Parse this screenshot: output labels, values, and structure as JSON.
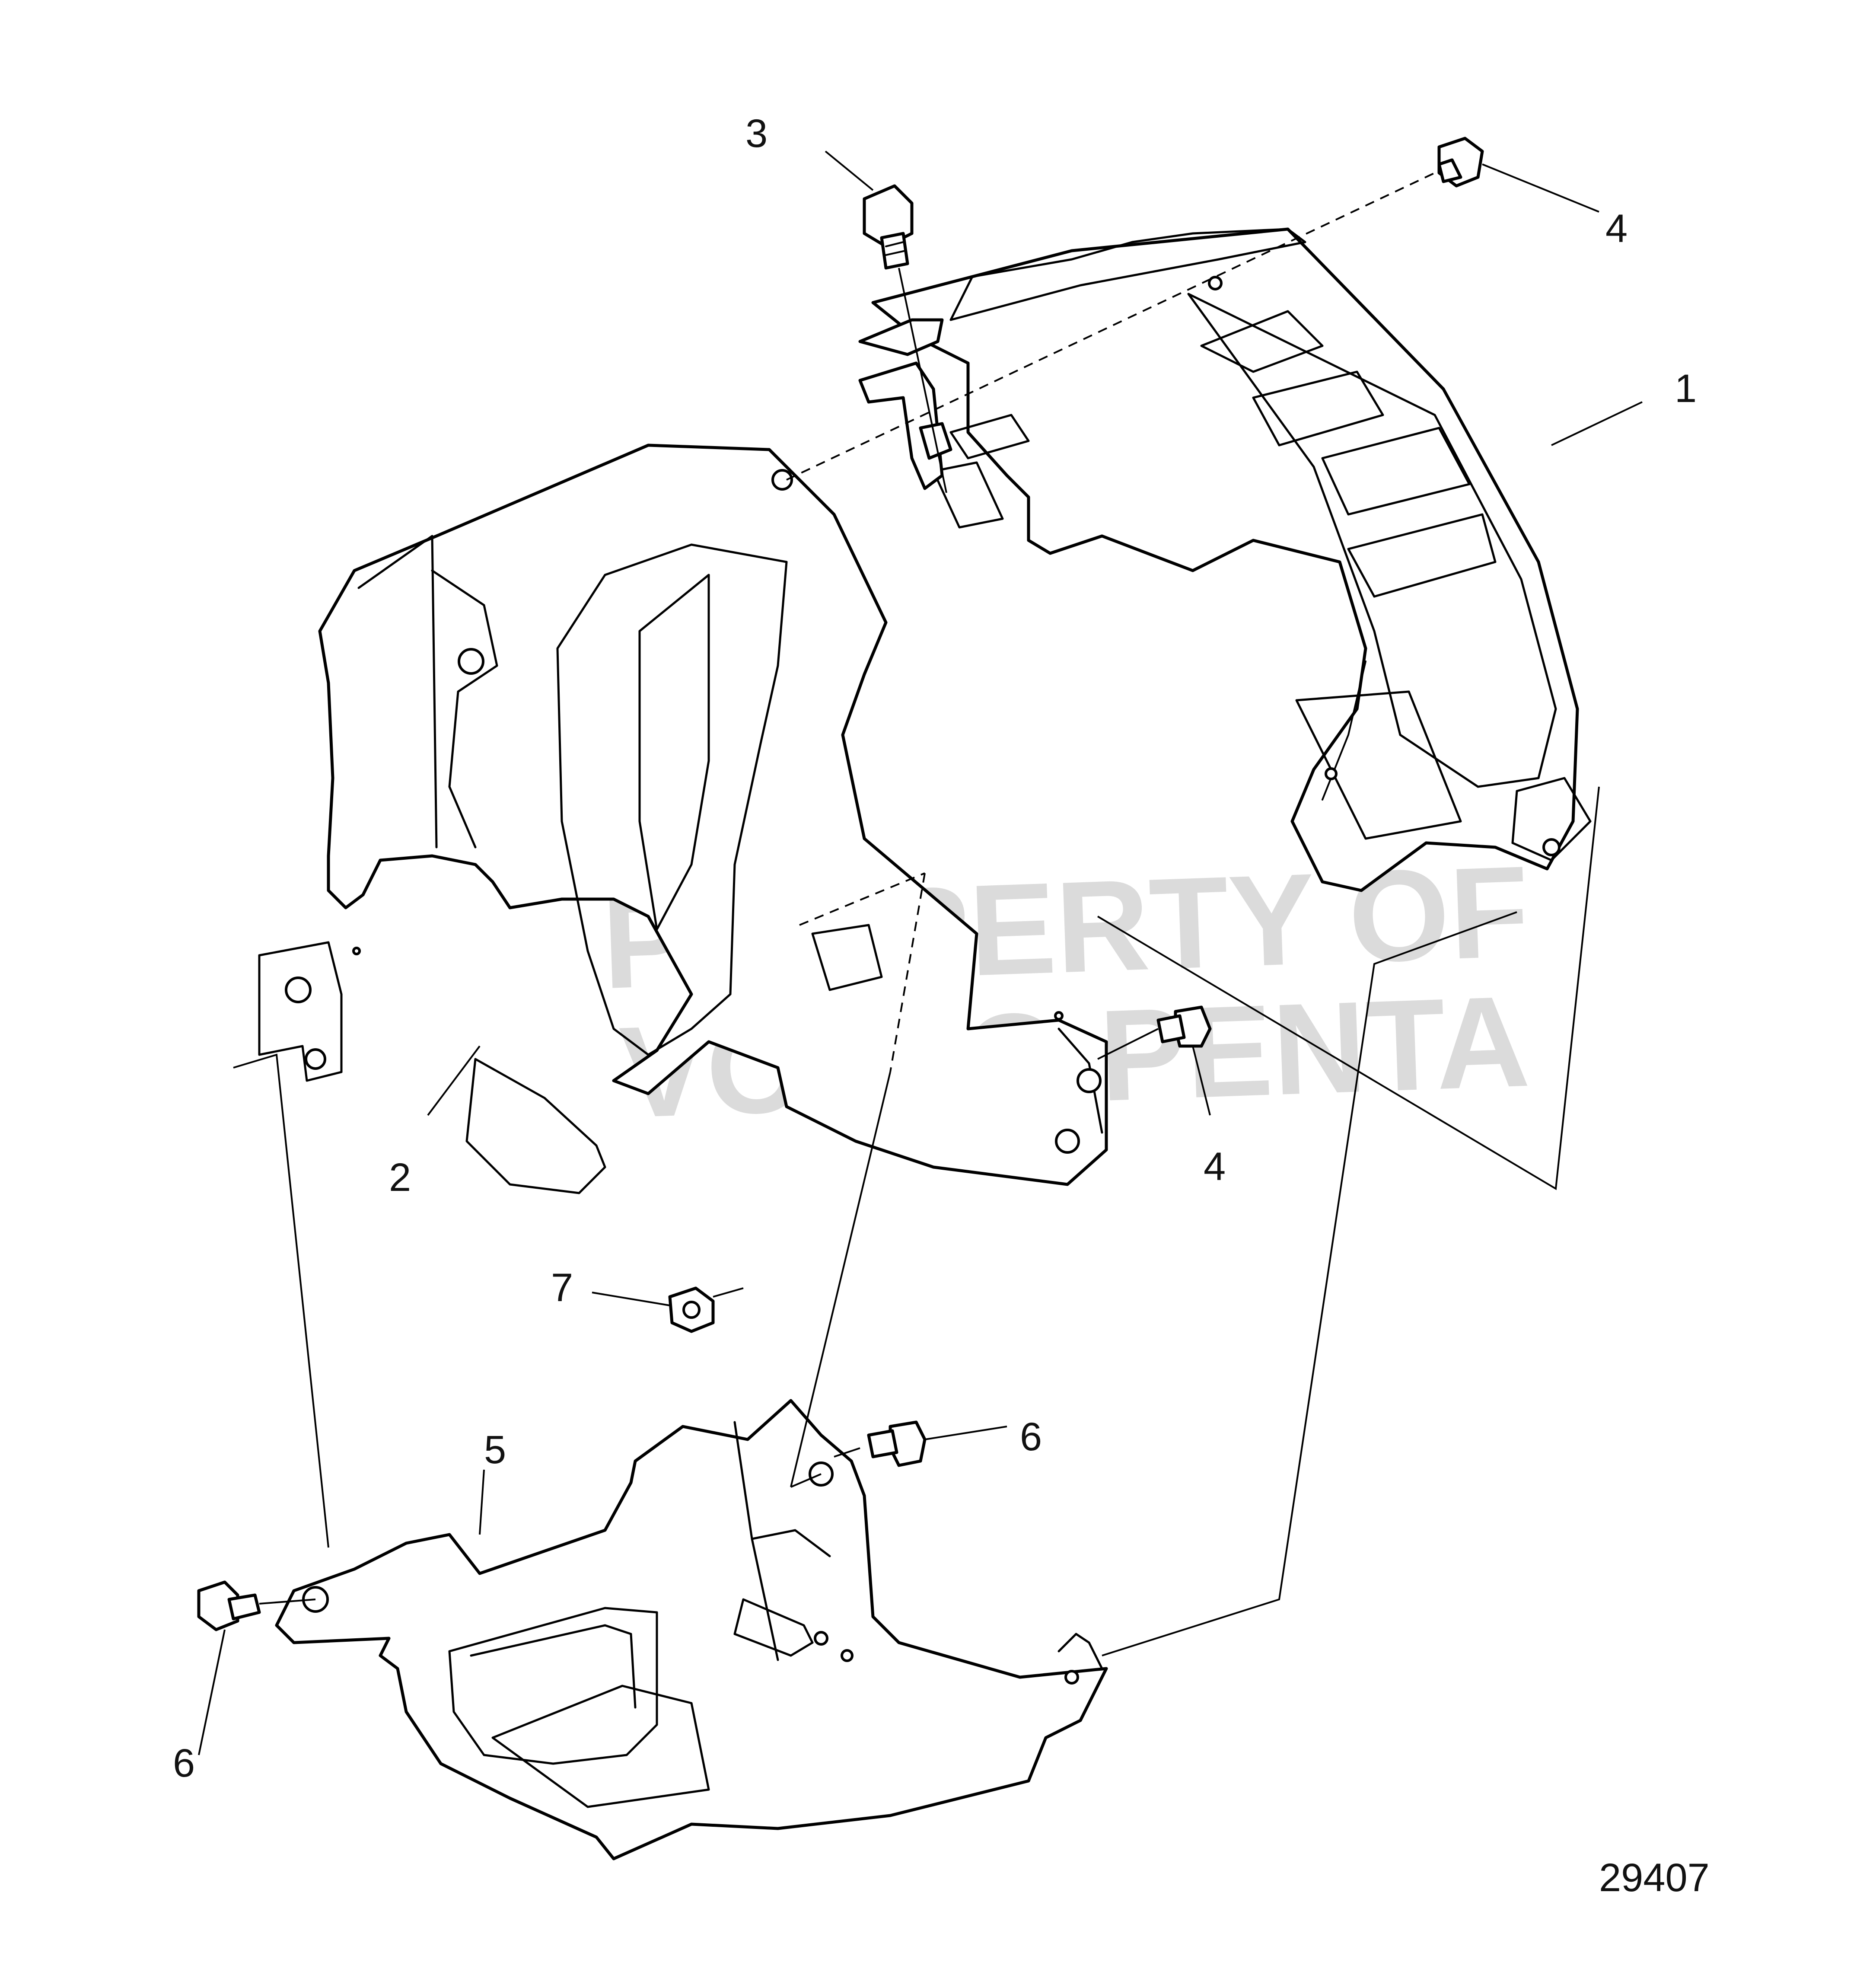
{
  "diagram": {
    "figure_number": "29407",
    "watermark": [
      "PROPERTY OF",
      "VOLVO PENTA"
    ],
    "callouts": [
      {
        "id": "c1",
        "label": "1"
      },
      {
        "id": "c2",
        "label": "2"
      },
      {
        "id": "c3",
        "label": "3"
      },
      {
        "id": "c4a",
        "label": "4"
      },
      {
        "id": "c4b",
        "label": "4"
      },
      {
        "id": "c5",
        "label": "5"
      },
      {
        "id": "c6a",
        "label": "6"
      },
      {
        "id": "c6b",
        "label": "6"
      },
      {
        "id": "c7",
        "label": "7"
      }
    ]
  }
}
